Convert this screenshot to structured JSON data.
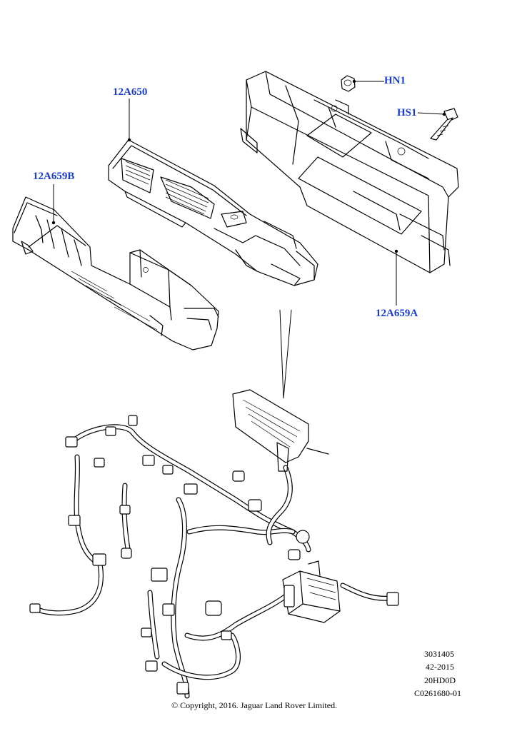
{
  "colors": {
    "callout": "#1a3ccc",
    "line": "#000000"
  },
  "callouts": {
    "hn1": "HN1",
    "hs1": "HS1",
    "a650": "12A650",
    "a659b": "12A659B",
    "a659a": "12A659A"
  },
  "footer": {
    "line1": "3031405",
    "line2": "42-2015",
    "line3": "20HD0D",
    "line4": "C0261680-01",
    "copyright": "© Copyright, 2016. Jaguar Land Rover Limited."
  }
}
